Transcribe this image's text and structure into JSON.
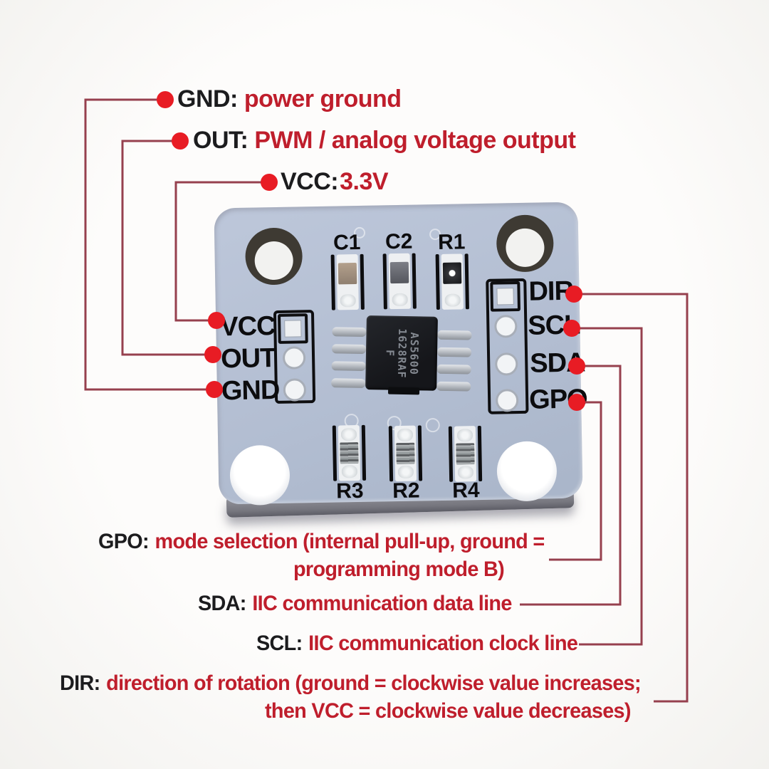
{
  "annotations": {
    "gnd": {
      "pin": "GND:",
      "desc": "power ground"
    },
    "out": {
      "pin": "OUT:",
      "desc": "PWM / analog voltage output"
    },
    "vcc": {
      "pin": "VCC:",
      "desc": "3.3V"
    },
    "gpo": {
      "pin": "GPO:",
      "desc_line1": "mode selection (internal pull-up, ground =",
      "desc_line2": "programming mode B)"
    },
    "sda": {
      "pin": "SDA:",
      "desc": "IIC communication data line"
    },
    "scl": {
      "pin": "SCL:",
      "desc": "IIC communication clock line"
    },
    "dir": {
      "pin": "DIR:",
      "desc_line1": "direction of rotation (ground = clockwise value increases;",
      "desc_line2": "then VCC = clockwise value decreases)"
    }
  },
  "board": {
    "silkscreen_pins_left": [
      "VCC",
      "OUT",
      "GND"
    ],
    "silkscreen_pins_right": [
      "DIR",
      "SCL",
      "SDA",
      "GPO"
    ],
    "component_labels_top": [
      "C1",
      "C2",
      "R1"
    ],
    "component_labels_bottom": [
      "R3",
      "R2",
      "R4"
    ],
    "chip_marking": {
      "line1": "AS5600",
      "line2": "1628RAF",
      "line3": "F"
    }
  },
  "colors": {
    "dot_red": "#e81c24",
    "connector_line": "#96404e",
    "annotation_red": "#bf1e2c",
    "annotation_black": "#1c1c1e",
    "board_surface": "#b5c0d3"
  }
}
